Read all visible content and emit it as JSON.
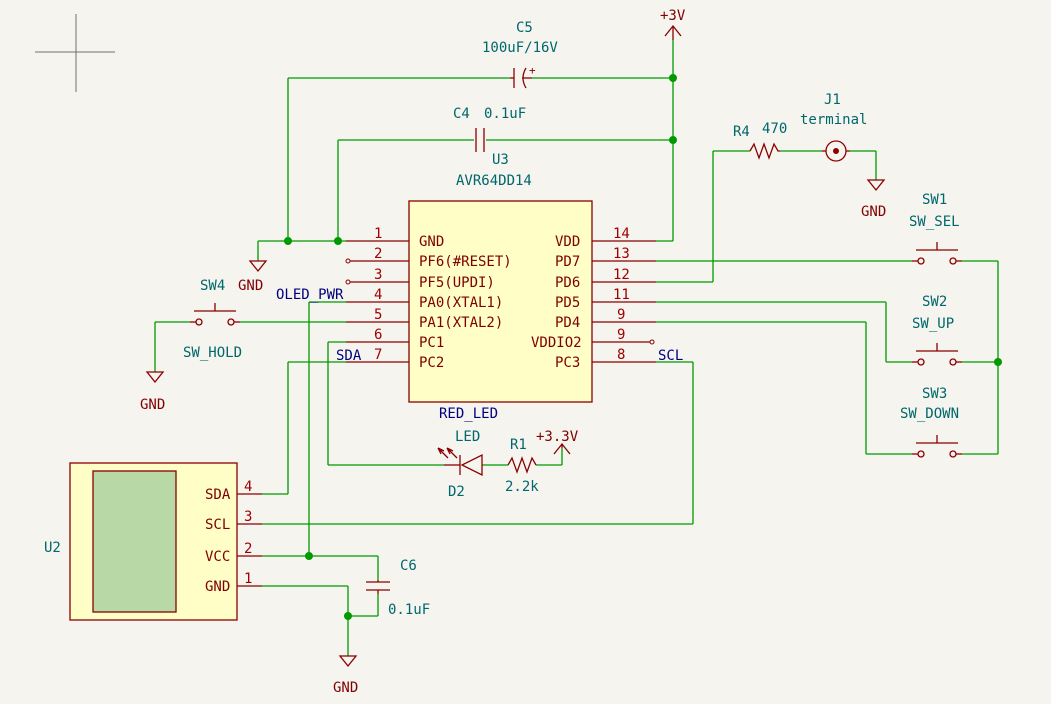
{
  "components": {
    "C5": {
      "ref": "C5",
      "value": "100uF/16V",
      "plus": "+"
    },
    "C4": {
      "ref": "C4",
      "value": "0.1uF"
    },
    "C6": {
      "ref": "C6",
      "value": "0.1uF"
    },
    "U3": {
      "ref": "U3",
      "value": "AVR64DD14"
    },
    "R4": {
      "ref": "R4",
      "value": "470"
    },
    "J1": {
      "ref": "J1",
      "value": "terminal"
    },
    "SW1": {
      "ref": "SW1",
      "value": "SW_SEL"
    },
    "SW2": {
      "ref": "SW2",
      "value": "SW_UP"
    },
    "SW3": {
      "ref": "SW3",
      "value": "SW_DOWN"
    },
    "SW4": {
      "ref": "SW4",
      "value": "SW_HOLD"
    },
    "D2": {
      "ref": "D2",
      "value": "LED"
    },
    "R1": {
      "ref": "R1",
      "value": "2.2k"
    },
    "U2": {
      "ref": "U2"
    }
  },
  "power": {
    "v3": "+3V",
    "v33": "+3.3V",
    "gnd": "GND"
  },
  "u3_pins_left": [
    {
      "num": "1",
      "name": "GND"
    },
    {
      "num": "2",
      "name": "PF6(#RESET)"
    },
    {
      "num": "3",
      "name": "PF5(UPDI)"
    },
    {
      "num": "4",
      "name": "PA0(XTAL1)"
    },
    {
      "num": "5",
      "name": "PA1(XTAL2)"
    },
    {
      "num": "6",
      "name": "PC1"
    },
    {
      "num": "7",
      "name": "PC2"
    }
  ],
  "u3_pins_right": [
    {
      "num": "14",
      "name": "VDD"
    },
    {
      "num": "13",
      "name": "PD7"
    },
    {
      "num": "12",
      "name": "PD6"
    },
    {
      "num": "11",
      "name": "PD5"
    },
    {
      "num": "9",
      "name": "PD4"
    },
    {
      "num": "9",
      "name": "VDDIO2"
    },
    {
      "num": "8",
      "name": "PC3"
    }
  ],
  "u2_pins": [
    {
      "num": "4",
      "name": "SDA"
    },
    {
      "num": "3",
      "name": "SCL"
    },
    {
      "num": "2",
      "name": "VCC"
    },
    {
      "num": "1",
      "name": "GND"
    }
  ],
  "nets": {
    "oled_pwr": "OLED_PWR",
    "sda": "SDA",
    "scl": "SCL",
    "red_led": "RED_LED"
  }
}
